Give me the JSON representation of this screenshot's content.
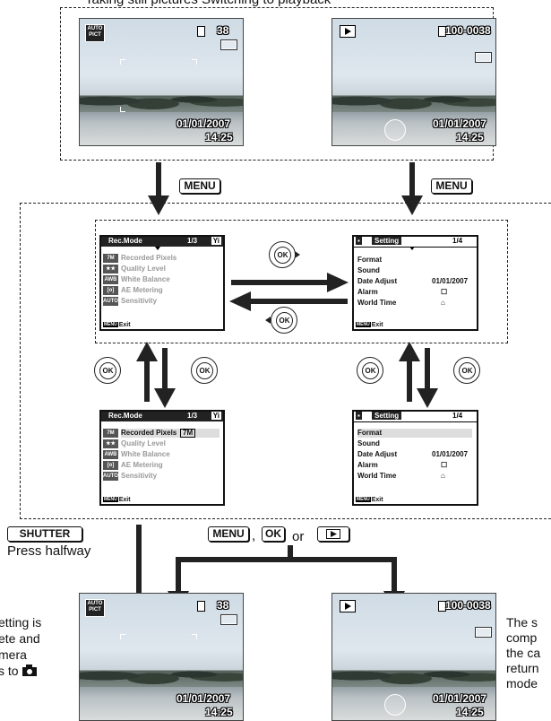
{
  "header_partial": "Taking still pictures   Switching to playback",
  "screens": {
    "capture": {
      "auto_line1": "AUTO",
      "auto_line2": "PICT",
      "shots": "38",
      "date": "01/01/2007",
      "time": "14:25"
    },
    "playback": {
      "file": "100-0038",
      "date": "01/01/2007",
      "time": "14:25"
    }
  },
  "keys": {
    "menu": "MENU",
    "shutter": "SHUTTER",
    "ok": "OK"
  },
  "rec_menu": {
    "title": "Rec.Mode",
    "page": "1/3",
    "items": [
      {
        "icon": "7M",
        "label": "Recorded Pixels"
      },
      {
        "icon": "★★",
        "label": "Quality Level"
      },
      {
        "icon": "AWB",
        "label": "White Balance"
      },
      {
        "icon": "[o]",
        "label": "AE Metering"
      },
      {
        "icon": "AUTO",
        "label": "Sensitivity"
      }
    ],
    "value": "7M",
    "exit": "Exit"
  },
  "setting_menu": {
    "title": "Setting",
    "page": "1/4",
    "items": [
      {
        "label": "Format",
        "value": ""
      },
      {
        "label": "Sound",
        "value": ""
      },
      {
        "label": "Date Adjust",
        "value": "01/01/2007"
      },
      {
        "label": "Alarm",
        "value": "☐"
      },
      {
        "label": "World Time",
        "value": "⌂"
      }
    ],
    "exit": "Exit"
  },
  "labels": {
    "press_halfway": "Press halfway",
    "or": "or",
    "comma": ",",
    "left_note": [
      "etting is",
      "ete and",
      "mera",
      "s to"
    ],
    "right_note": [
      "The s",
      "comp",
      "the ca",
      "return",
      "mode"
    ]
  }
}
